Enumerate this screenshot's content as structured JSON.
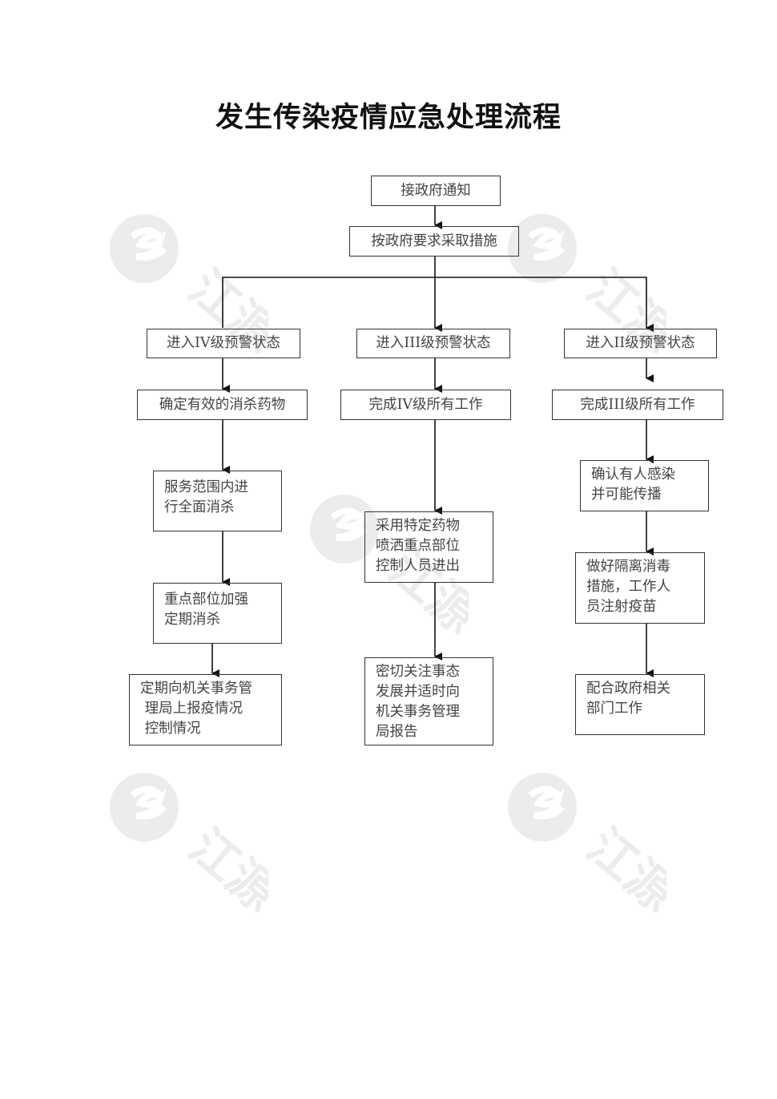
{
  "title": "发生传染疫情应急处理流程",
  "watermark": {
    "label": "江源",
    "icon": "jiangyuan-logo-icon",
    "color": "#e8e8e8"
  },
  "flow": {
    "start": {
      "label": "接政府通知"
    },
    "measures": {
      "label": "按政府要求采取措施"
    },
    "branches": [
      {
        "name": "level-iv",
        "alert": "进入IV级预警状态",
        "step1": "确定有效的消杀药物",
        "steps": [
          {
            "lines": [
              "服务范围内进",
              "行全面消杀"
            ]
          },
          {
            "lines": [
              "重点部位加强",
              "定期消杀"
            ]
          },
          {
            "lines": [
              "定期向机关事务管",
              " 理局上报疫情况",
              " 控制情况"
            ]
          }
        ]
      },
      {
        "name": "level-iii",
        "alert": "进入III级预警状态",
        "step1": "完成IV级所有工作",
        "steps": [
          {
            "lines": [
              "采用特定药物",
              "喷洒重点部位",
              "控制人员进出"
            ]
          },
          {
            "lines": [
              "密切关注事态",
              "发展并适时向",
              "机关事务管理",
              "局报告"
            ]
          }
        ]
      },
      {
        "name": "level-ii",
        "alert": "进入II级预警状态",
        "step1": "完成III级所有工作",
        "steps": [
          {
            "lines": [
              "确认有人感染",
              "并可能传播"
            ]
          },
          {
            "lines": [
              "做好隔离消毒",
              "措施，工作人",
              "员注射疫苗"
            ]
          },
          {
            "lines": [
              "配合政府相关",
              "部门工作"
            ]
          }
        ]
      }
    ]
  }
}
